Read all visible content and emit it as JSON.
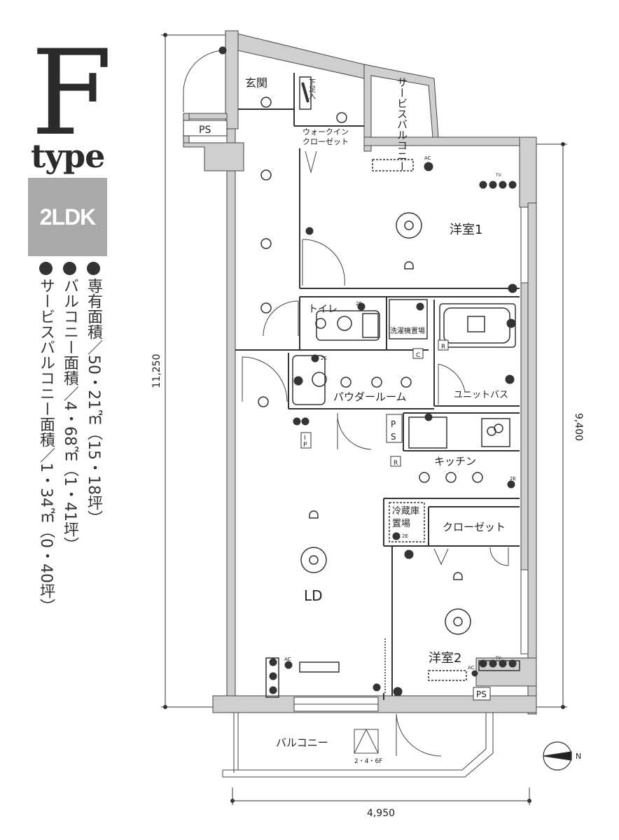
{
  "heading": {
    "letter": "F",
    "word": "type"
  },
  "layout_badge": "2LDK",
  "areas": [
    "専有面積／50・21㎡（15・18坪）",
    "バルコニー面積／4・68㎡（1・41坪）",
    "サービスバルコニー面積／1・34㎡（0・40坪）"
  ],
  "rooms": {
    "entrance": "玄関",
    "shoe_box": "下足入",
    "service_balcony": "サービスバルコニー",
    "ps_top": "PS",
    "walk_in_closet_1": "ウォークイン",
    "walk_in_closet_2": "クローゼット",
    "western_room_1": "洋室1",
    "toilet": "トイレ",
    "washer": "洗濯機置場",
    "powder_room": "パウダールーム",
    "unit_bath": "ユニットバス",
    "kitchen": "キッチン",
    "ps_kitchen_1": "P",
    "ps_kitchen_2": "S",
    "fridge_1": "冷蔵庫",
    "fridge_2": "置場",
    "closet": "クローゼット",
    "ld": "LD",
    "western_room_2": "洋室2",
    "balcony": "バルコニー",
    "ps_bottom": "PS",
    "floors_note": "2・4・6F"
  },
  "dimensions": {
    "height_total": "11,250",
    "height_partial": "9,400",
    "width": "4,950"
  },
  "compass": "N",
  "markers": {
    "ac": "AC",
    "two_e": "2E",
    "c": "C",
    "r": "R",
    "ip_i": "I",
    "ip_p": "P",
    "tv": "TV"
  }
}
